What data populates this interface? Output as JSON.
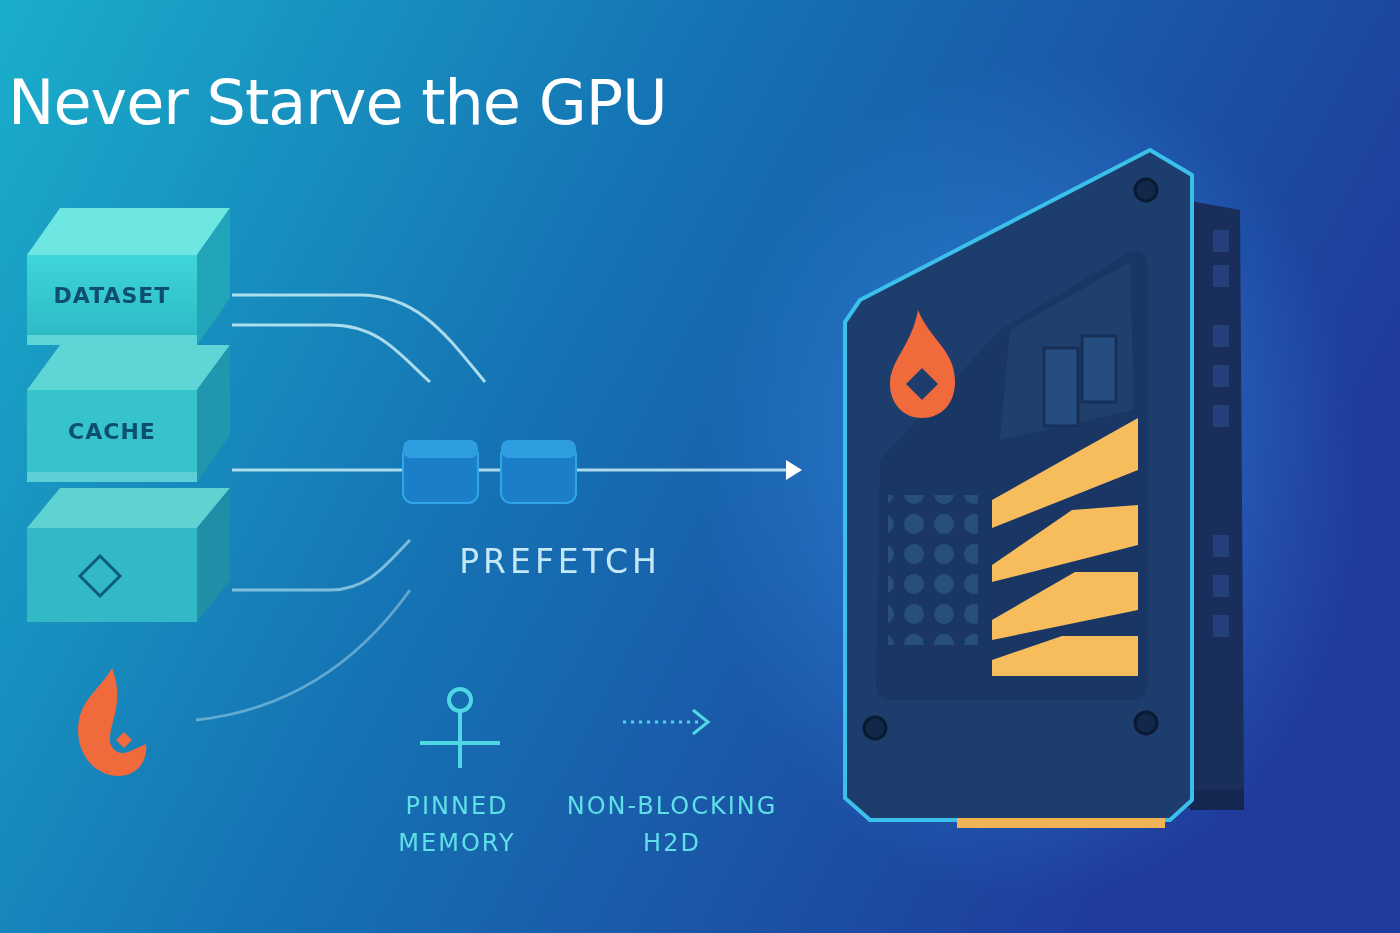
{
  "diagram": {
    "title": "Never Starve the GPU",
    "nodes": [
      {
        "text": [
          "DATASET"
        ]
      },
      {
        "text": [
          "CACHE"
        ]
      }
    ],
    "labels": [
      "PREFETCH",
      "PINNED MEMORY",
      "NON-BLOCKING H2D"
    ]
  }
}
